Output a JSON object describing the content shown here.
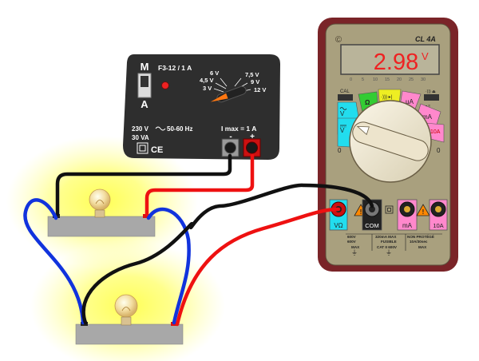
{
  "power_supply": {
    "mode_top": "M",
    "mode_bottom": "A",
    "model": "F3-12 / 1 A",
    "volt_6": "6 V",
    "volt_4_5": "4,5 V",
    "volt_3": "3 V",
    "volt_7_5": "7,5 V",
    "volt_9": "9 V",
    "volt_12": "12 V",
    "input_label": "230 V",
    "input_freq": "50-60 Hz",
    "power": "30 VA",
    "ce": "CE",
    "imax": "I max = 1 A",
    "minus": "-",
    "plus": "+"
  },
  "multimeter": {
    "model": "CL 4A",
    "reading": "2.98",
    "unit": "V",
    "scale": [
      "0",
      "5",
      "10",
      "15",
      "20",
      "25",
      "30"
    ],
    "cal": "CAL",
    "mode_v_dc": "V",
    "mode_v_ac": "V",
    "mode_ohm": "Ω",
    "mode_diode": "·))) ▸|",
    "mode_ua": "µA",
    "mode_ma": "mA",
    "mode_10a": "10A",
    "off_left": "0",
    "off_right": "0",
    "jack_v": "VΩ",
    "jack_com": "COM",
    "jack_ma": "mA",
    "jack_10a": "10A",
    "note_1": "600V",
    "note_2": "600V",
    "note_3": "MAX",
    "note_4": "320mA MAX",
    "note_5": "FUSIBLE",
    "note_6": "CAT II 600V",
    "note_7": "NON PROTÉGÉ",
    "note_8": "10A/30sec",
    "note_9": "MAX"
  },
  "colors": {
    "wire_black": "#111111",
    "wire_red": "#ee1111",
    "wire_blue": "#1133dd",
    "meter_body": "#7a2428",
    "meter_panel": "#a9a07e",
    "lcd_bg": "#b9b49a",
    "lcd_text": "#ee2222",
    "mode_cyan": "#22ddee",
    "mode_green": "#33cc33",
    "mode_yellow": "#eeee22",
    "mode_pink": "#ff88cc",
    "psu_body": "#2e2e2e"
  }
}
